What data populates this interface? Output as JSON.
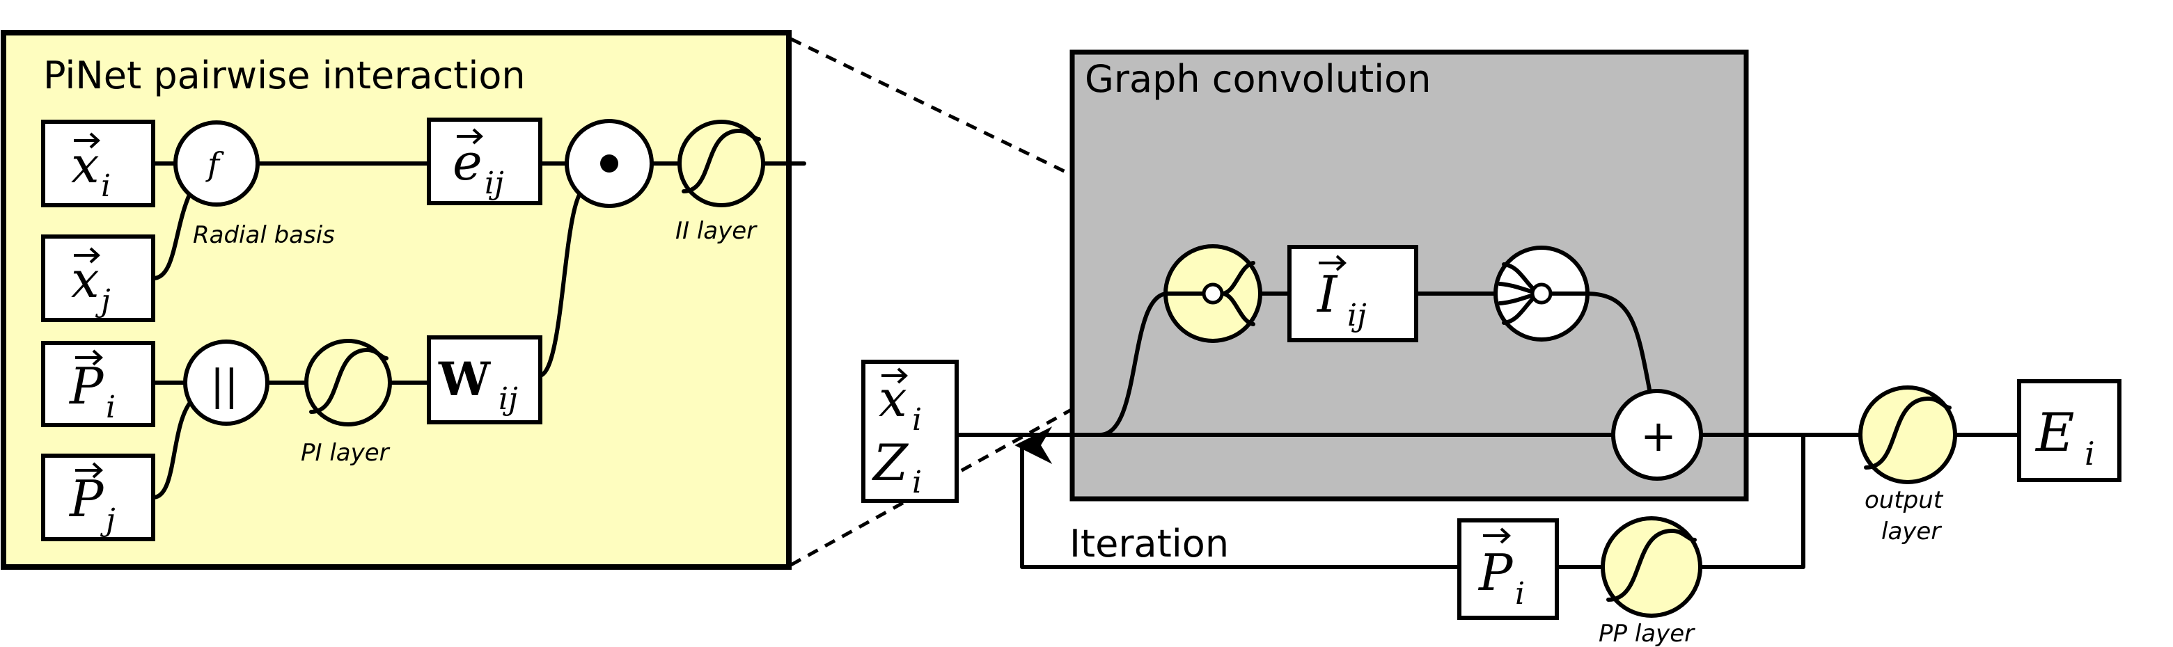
{
  "colors": {
    "panel_fill": "#fefdbf",
    "gray_panel_fill": "#bdbdbd",
    "node_fill": "#fefdbf",
    "stroke": "#000000"
  },
  "panels": {
    "pinet": {
      "title": "PiNet pairwise interaction"
    },
    "graph_conv": {
      "title": "Graph convolution"
    }
  },
  "inputs": {
    "xi": {
      "base": "x",
      "sub": "i"
    },
    "xj": {
      "base": "x",
      "sub": "j"
    },
    "Pi": {
      "base": "P",
      "sub": "i"
    },
    "Pj": {
      "base": "P",
      "sub": "j"
    }
  },
  "nodes": {
    "f": {
      "symbol": "f"
    },
    "eij": {
      "base": "e",
      "sub": "ij"
    },
    "dot": {
      "symbol": "•"
    },
    "concat": {
      "symbol": "||"
    },
    "Wij": {
      "base": "W",
      "sub": "ij"
    },
    "Iij": {
      "base": "I",
      "sub": "ij"
    },
    "plus": {
      "symbol": "+"
    },
    "xi_main": {
      "base": "x",
      "sub": "i"
    },
    "Zi_main": {
      "base": "Z",
      "sub": "i"
    },
    "Pi_pp": {
      "base": "P",
      "sub": "i"
    },
    "Ei": {
      "base": "E",
      "sub": "i"
    }
  },
  "labels": {
    "radial_basis": "Radial basis",
    "ii_layer": "II layer",
    "pi_layer": "PI layer",
    "pp_layer": "PP layer",
    "output_layer_1": "output",
    "output_layer_2": "layer",
    "iteration": "Iteration"
  }
}
